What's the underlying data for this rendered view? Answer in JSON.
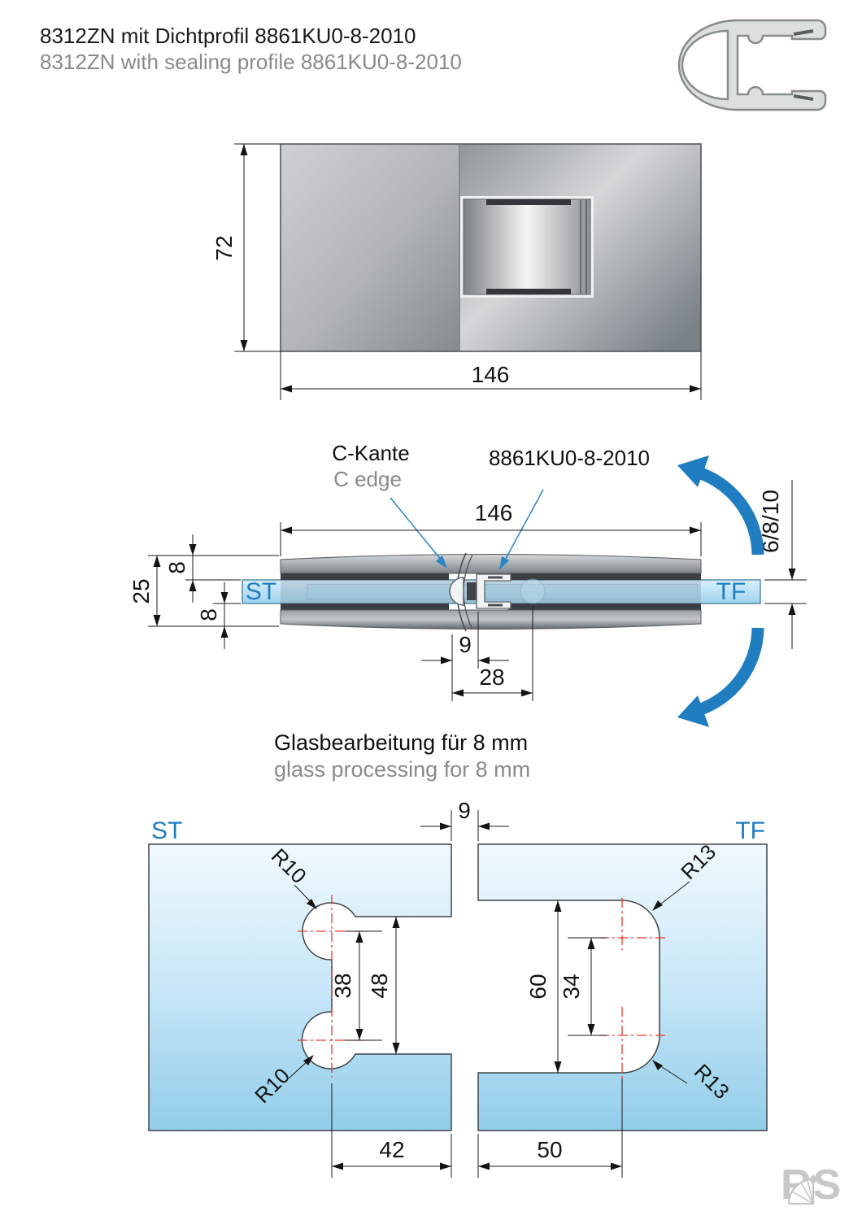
{
  "header": {
    "title_de": "8312ZN mit Dichtprofil 8861KU0-8-2010",
    "title_en": "8312ZN with sealing profile 8861KU0-8-2010"
  },
  "top_view": {
    "dim_height": "72",
    "dim_width": "146"
  },
  "side_view": {
    "label_c_kante": "C-Kante",
    "label_c_edge": "C edge",
    "label_profile": "8861KU0-8-2010",
    "dim_width": "146",
    "dim_total_thickness": "25",
    "dim_plate_top": "8",
    "dim_plate_bottom": "8",
    "dim_profile_offset": "9",
    "dim_center_width": "28",
    "dim_glass_thickness": "6/8/10",
    "label_glass_left": "ST",
    "label_glass_right": "TF"
  },
  "glass_processing": {
    "title_de": "Glasbearbeitung für 8 mm",
    "title_en": "glass processing for 8 mm",
    "label_left": "ST",
    "label_right": "TF",
    "dim_gap": "9",
    "st_cutout": {
      "radius_top": "R10",
      "radius_bottom": "R10",
      "dim_hole_spacing": "38",
      "dim_height": "48",
      "dim_width": "42"
    },
    "tf_cutout": {
      "radius_top": "R13",
      "radius_bottom": "R13",
      "dim_height": "60",
      "dim_corner_spacing": "34",
      "dim_width": "50"
    }
  },
  "logo": {
    "text": "RS"
  },
  "colors": {
    "accent_blue": "#1f7dc0",
    "glass_blue": "#a9d9f0",
    "dim_red": "#e8392b",
    "metal_gray": "#9aa0a5",
    "logo_gray": "#c8c8c8"
  }
}
